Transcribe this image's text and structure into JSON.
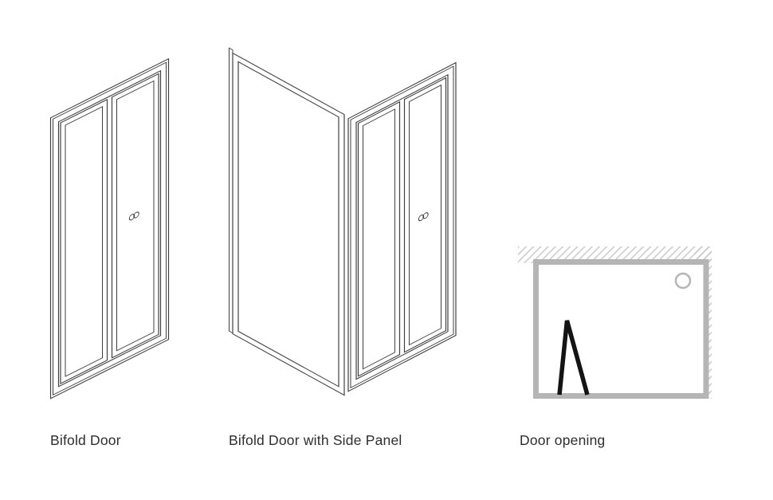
{
  "page": {
    "title": "Shower Door Types Diagram",
    "background": "#ffffff"
  },
  "colors": {
    "line": "#3f3f3f",
    "tray-border": "#b5b5b5",
    "hatch": "#c6c6c6",
    "swing": "#141414",
    "label": "#2e2e2e",
    "bg": "#ffffff"
  },
  "figures": [
    {
      "label": "Bifold Door"
    },
    {
      "label": "Bifold Door with Side Panel"
    },
    {
      "label": "Door opening"
    }
  ]
}
